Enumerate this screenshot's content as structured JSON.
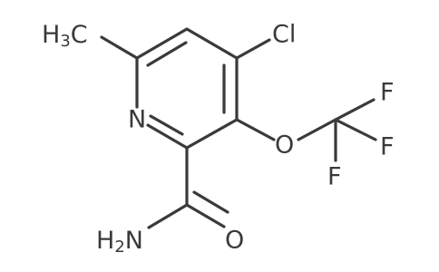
{
  "molecule": {
    "atoms": {
      "methyl": "H3C",
      "methyl_h": "H",
      "methyl_sub": "3",
      "methyl_c": "C",
      "chlorine": "Cl",
      "nitrogen": "N",
      "oxygen_ether": "O",
      "fluorine_1": "F",
      "fluorine_2": "F",
      "fluorine_3": "F",
      "amide_n_h": "H",
      "amide_n_sub": "2",
      "amide_n": "N",
      "amide_o": "O"
    }
  }
}
